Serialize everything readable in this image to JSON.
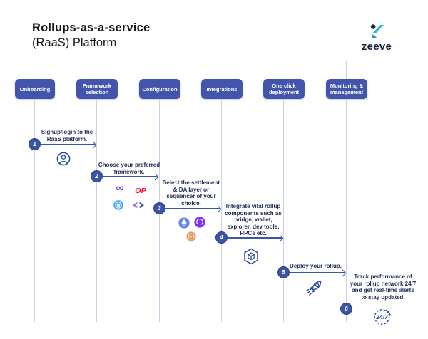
{
  "title": {
    "line1": "Rollups-as-a-service",
    "line2": "(RaaS) Platform"
  },
  "logo": {
    "wordmark": "zeeve",
    "icon": "zeeve-logo-icon",
    "brand_teal": "#2bb7c7",
    "brand_navy": "#16213c"
  },
  "columns": [
    {
      "label": "Onboarding"
    },
    {
      "label": "Framework selection"
    },
    {
      "label": "Configuration"
    },
    {
      "label": "Integrations"
    },
    {
      "label": "One click deployment"
    },
    {
      "label": "Monitoring & management"
    }
  ],
  "steps": [
    {
      "num": "1",
      "text": "Signup/login to the RaaS platform.",
      "icon": "user-icon"
    },
    {
      "num": "2",
      "text": "Choose your preferred framework.",
      "icons": [
        "polygon-icon",
        "optimism-icon",
        "arbitrum-token-icon",
        "zksync-icon"
      ]
    },
    {
      "num": "3",
      "text": "Select the settlement & DA layer or sequencer of your choice.",
      "icons": [
        "ethereum-icon",
        "celestia-icon",
        "orange-token-icon"
      ]
    },
    {
      "num": "4",
      "text": "Integrate vital rollup components such as bridge, wallet, explorer, dev tools, RPCs etc.",
      "icon": "module-cube-icon"
    },
    {
      "num": "5",
      "text": "Deploy your rollup.",
      "icon": "rocket-icon"
    },
    {
      "num": "6",
      "text": "Track performance of your rollup network 24/7 and get real-time alerts to stay updated.",
      "icon": "badge-24-7-icon"
    }
  ],
  "framework_logos": {
    "polygon_glyph": "∞",
    "optimism_label": "OP"
  },
  "badge_247_label": "24/7",
  "colors": {
    "box_blue": "#4254ac",
    "step_blue": "#3a54a6",
    "timeline_gray": "#ccd2e6",
    "text_navy": "#1d2c55",
    "optimism_red": "#ff0420",
    "polygon_purple": "#8247e5",
    "ethereum_blue": "#6584ea",
    "celestia_purple": "#7d2ff5",
    "token_orange": "#e09a5f",
    "arbitrum_blue": "#3fa1f7"
  }
}
